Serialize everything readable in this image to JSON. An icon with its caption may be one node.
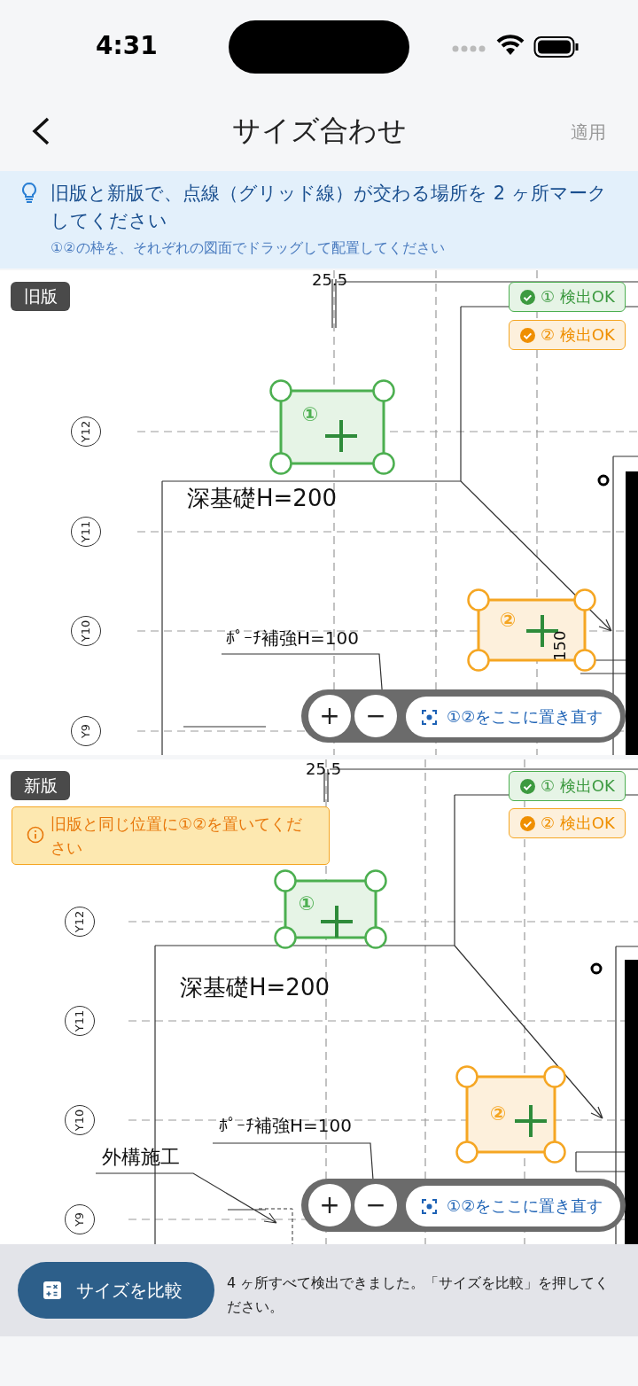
{
  "diagram": {
    "title": "サイズ合わせ",
    "nodes": [
      {
        "text": [
          "①"
        ]
      },
      {
        "text": [
          "②"
        ]
      },
      {
        "text": [
          "①"
        ]
      },
      {
        "text": [
          "②"
        ]
      }
    ],
    "labels": [
      "4:31",
      "適用",
      "旧版と新版で、点線（グリッド線）が交わる場所を 2 ヶ所マークしてください",
      "①②の枠を、それぞれの図面でドラッグして配置してください",
      "旧版",
      "25.5",
      "① 検出OK",
      "② 検出OK",
      "Y12",
      "深基礎H=200",
      "Y11",
      "Y10",
      "ﾎﾟｰﾁ補強H=100",
      "150",
      "Y9",
      "+",
      "−",
      "①②をここに置き直す",
      "新版",
      "25.5",
      "① 検出OK",
      "② 検出OK",
      "旧版と同じ位置に①②を置いてください",
      "Y12",
      "深基礎H=200",
      "Y11",
      "Y10",
      "ﾎﾟｰﾁ補強H=100",
      "外構施工",
      "Y9",
      "+",
      "−",
      "①②をここに置き直す",
      "サイズを比較",
      "4 ヶ所すべて検出できました。「サイズを比較」を押してください。"
    ]
  }
}
